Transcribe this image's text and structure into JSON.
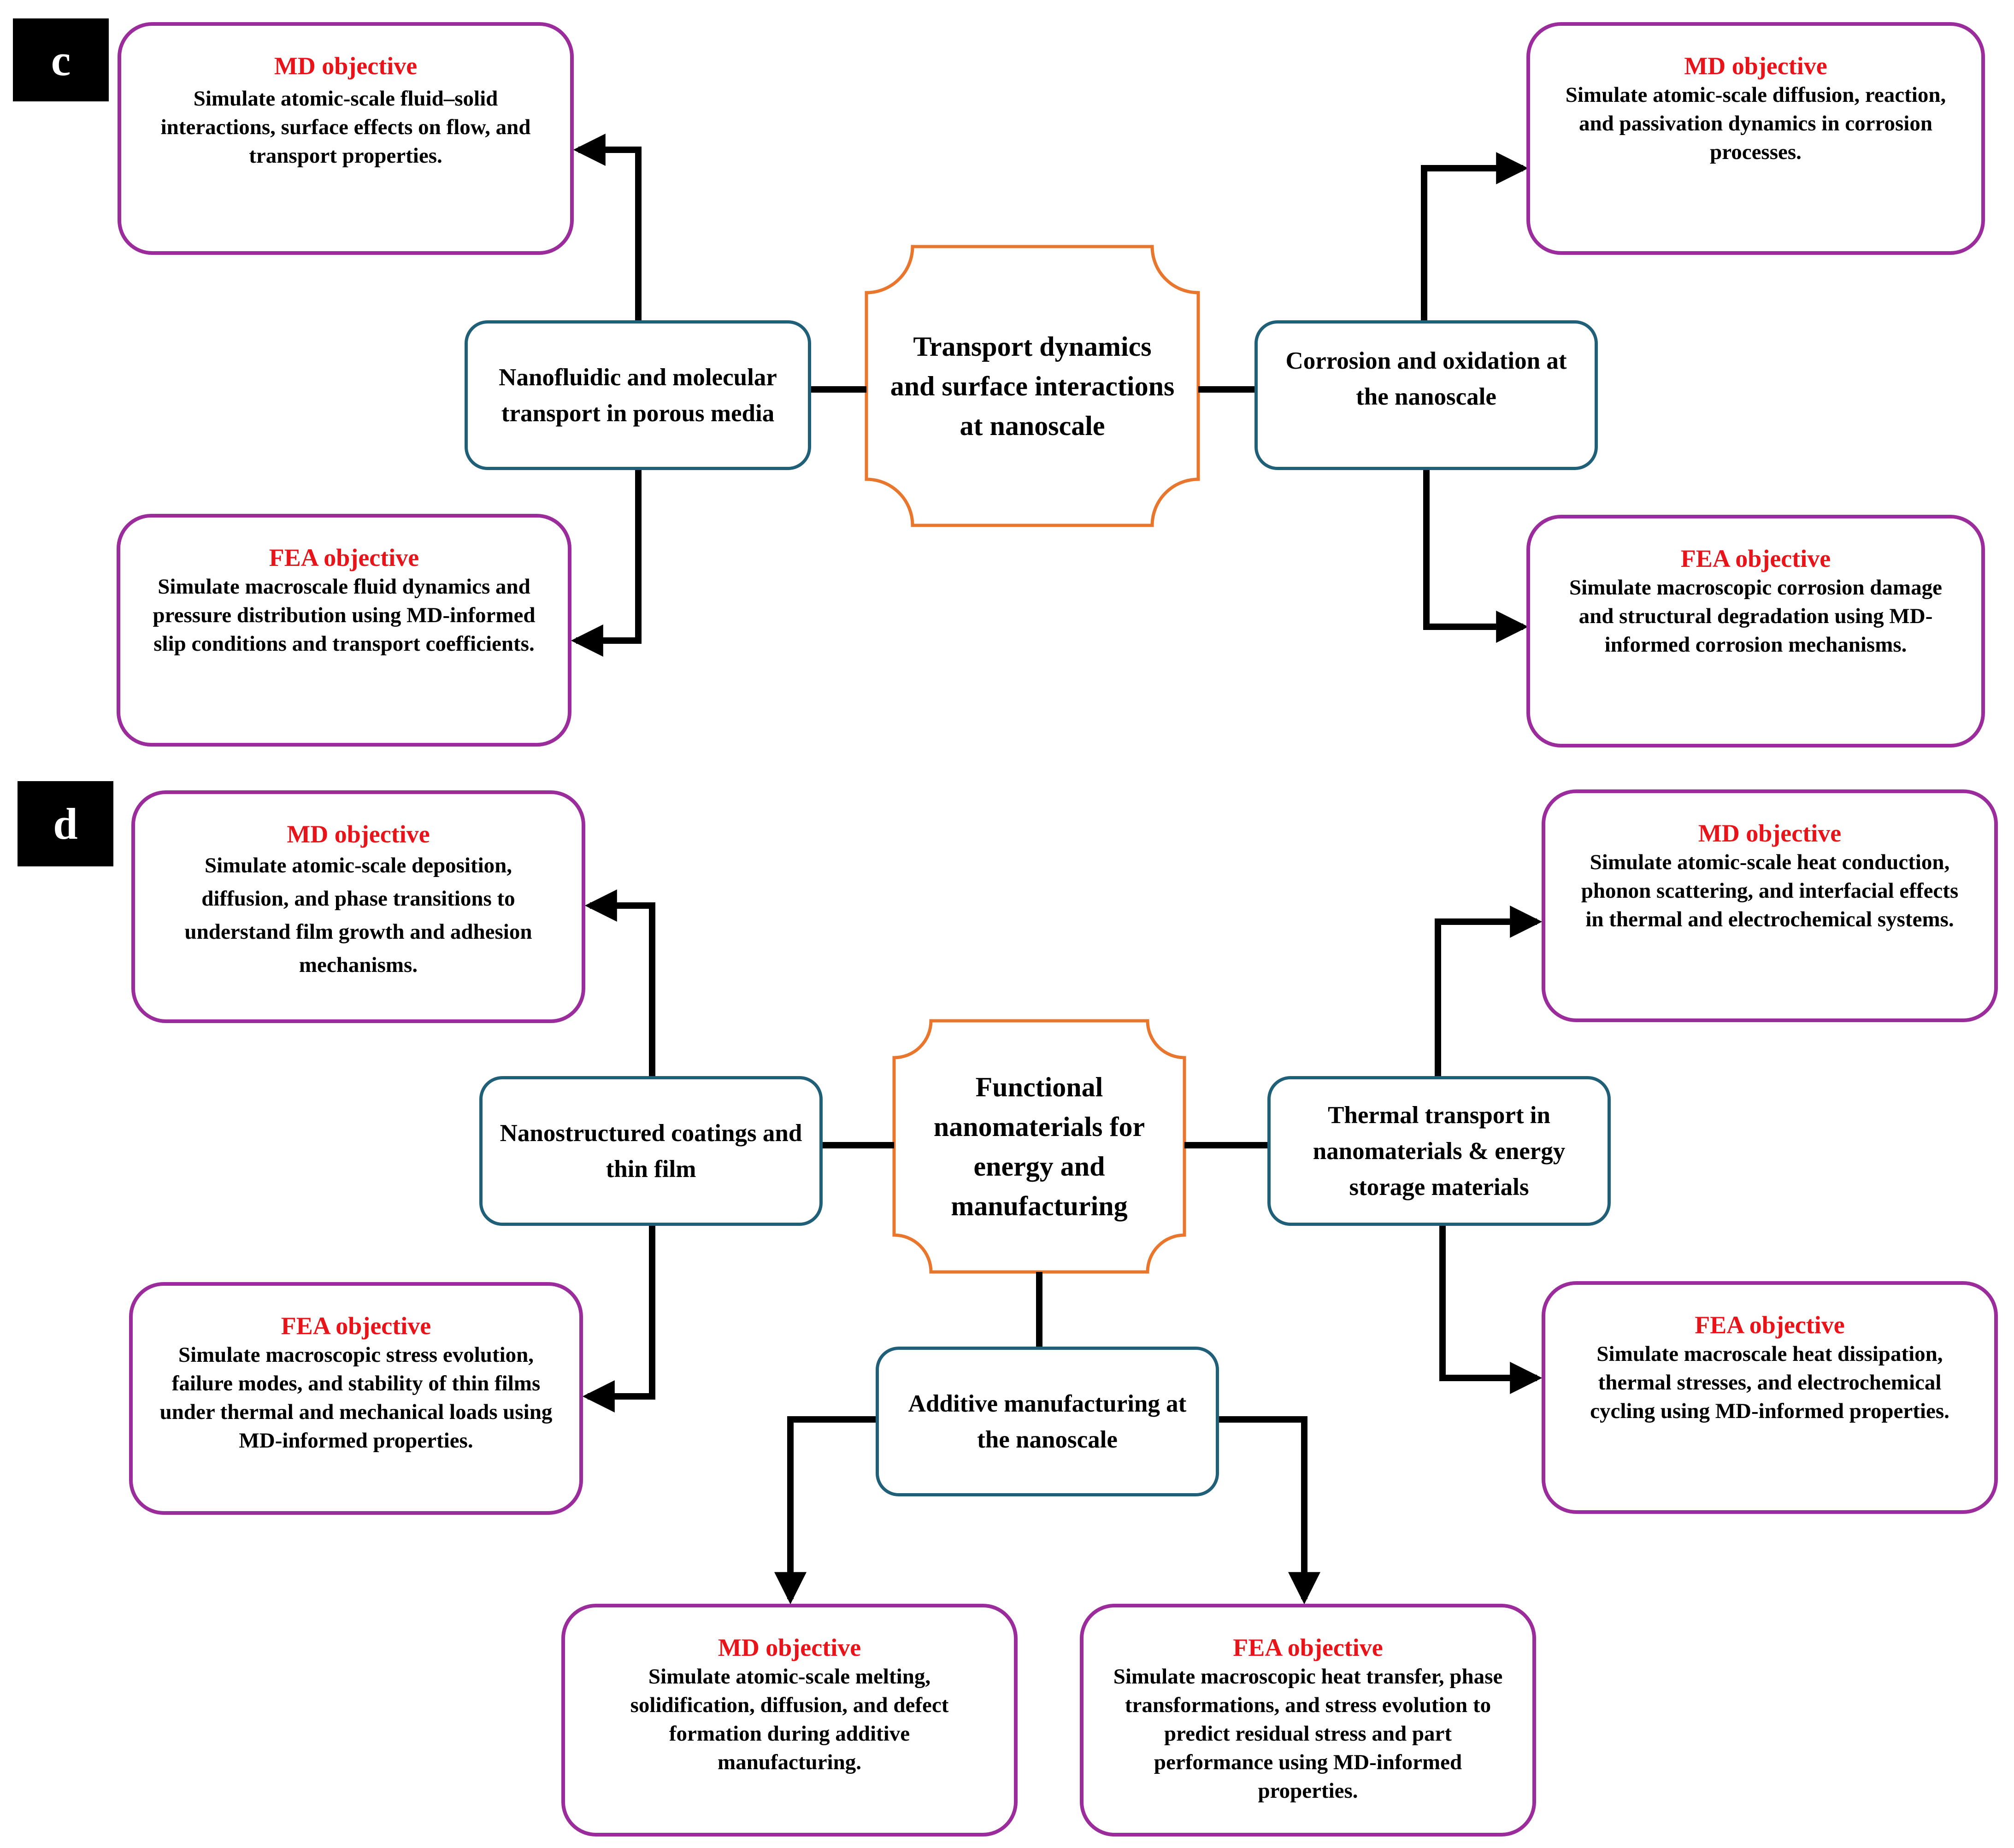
{
  "colors": {
    "objective_border": "#9b2c9b",
    "objective_title": "#e8141a",
    "topic_border": "#1f5f78",
    "central_border": "#e8762c",
    "connector": "#000000"
  },
  "panel_c": {
    "label": "c",
    "central": "Transport dynamics and surface interactions at nanoscale",
    "topics": [
      {
        "text": "Nanofluidic and molecular transport in porous media",
        "md": {
          "title": "MD objective",
          "text": "Simulate atomic-scale fluid–solid interactions, surface effects on flow, and transport properties."
        },
        "fea": {
          "title": "FEA objective",
          "text": "Simulate macroscale fluid dynamics and pressure distribution using MD-informed slip conditions and transport coefficients."
        }
      },
      {
        "text": "Corrosion and oxidation at the nanoscale",
        "md": {
          "title": "MD objective",
          "text": "Simulate atomic-scale diffusion, reaction, and passivation dynamics in corrosion processes."
        },
        "fea": {
          "title": "FEA objective",
          "text": "Simulate macroscopic corrosion damage and structural degradation using MD-informed corrosion mechanisms."
        }
      }
    ]
  },
  "panel_d": {
    "label": "d",
    "central": "Functional nanomaterials for energy and manufacturing",
    "topics": [
      {
        "text": "Nanostructured coatings and thin film",
        "md": {
          "title": "MD objective",
          "text": "Simulate atomic-scale deposition, diffusion, and phase transitions to understand film growth and adhesion mechanisms."
        },
        "fea": {
          "title": "FEA objective",
          "text": "Simulate macroscopic stress evolution, failure modes, and stability of thin films under thermal and mechanical loads using MD-informed properties."
        }
      },
      {
        "text": "Thermal transport in nanomaterials & energy storage materials",
        "md": {
          "title": "MD objective",
          "text": "Simulate atomic-scale heat conduction, phonon scattering, and interfacial effects in thermal and electrochemical systems."
        },
        "fea": {
          "title": "FEA objective",
          "text": "Simulate macroscale heat dissipation, thermal stresses, and electrochemical cycling using MD-informed properties."
        }
      },
      {
        "text": "Additive manufacturing at the nanoscale",
        "md": {
          "title": "MD objective",
          "text": "Simulate atomic-scale melting, solidification, diffusion, and defect formation during additive manufacturing."
        },
        "fea": {
          "title": "FEA objective",
          "text": "Simulate macroscopic heat transfer, phase transformations, and stress evolution to predict residual stress and part performance using MD-informed properties."
        }
      }
    ]
  }
}
